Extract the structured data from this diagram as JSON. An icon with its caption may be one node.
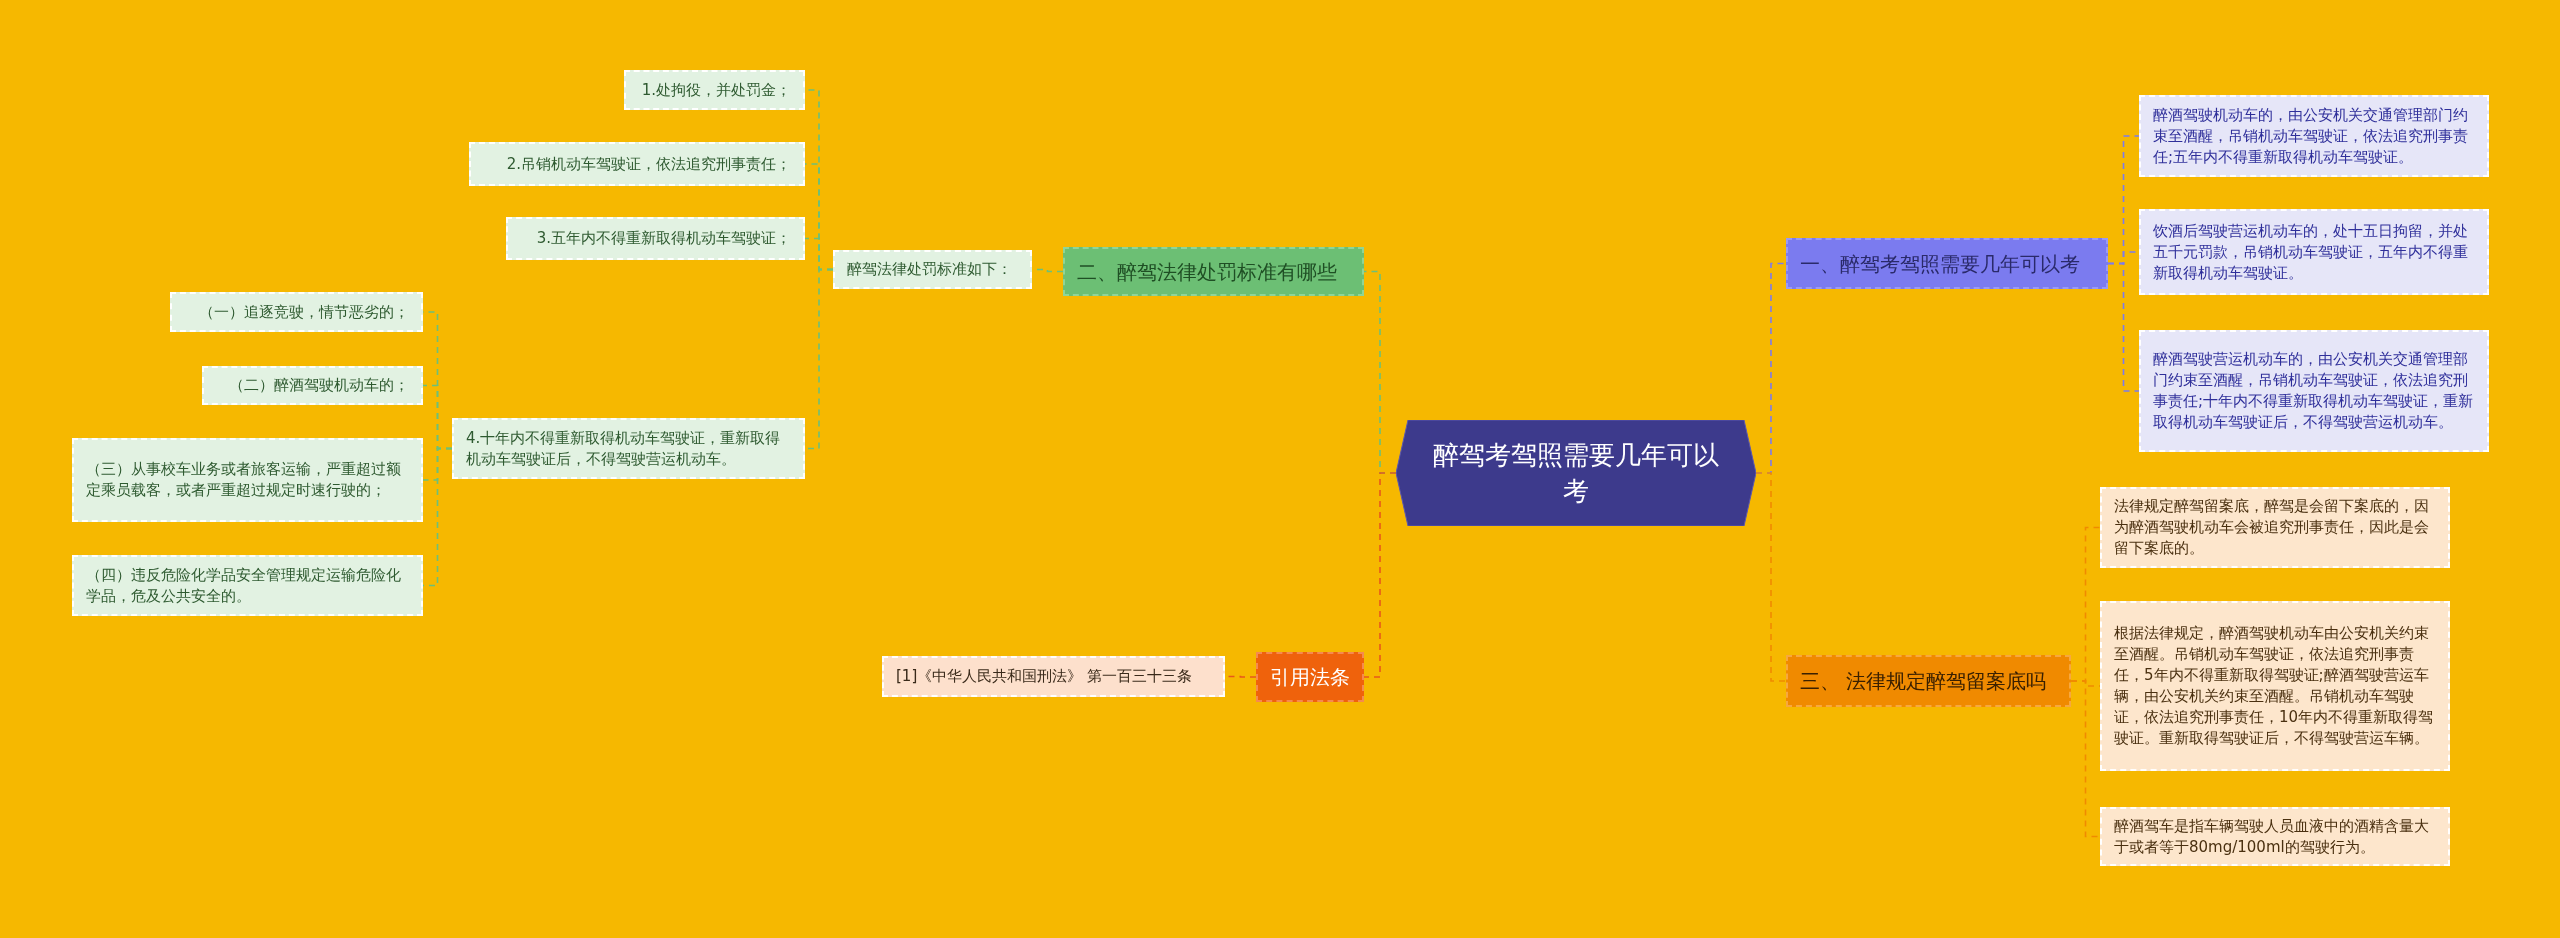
{
  "diagram": {
    "nodes": [
      {
        "text": [
          "醉驾考驾照需要几年可以考"
        ]
      },
      {
        "text": [
          "一、醉驾考驾照需要几年可以考"
        ]
      },
      {
        "text": [
          "醉酒驾驶机动车的，由公安机关交通管理部门约束至酒醒，吊销机动车驾驶证，依法追究刑事责任;五年内不得重新取得机动车驾驶证。"
        ]
      },
      {
        "text": [
          "饮酒后驾驶营运机动车的，处十五日拘留，并处五千元罚款，吊销机动车驾驶证，五年内不得重新取得机动车驾驶证。"
        ]
      },
      {
        "text": [
          "醉酒驾驶营运机动车的，由公安机关交通管理部门约束至酒醒，吊销机动车驾驶证，依法追究刑事责任;十年内不得重新取得机动车驾驶证，重新取得机动车驾驶证后，不得驾驶营运机动车。"
        ]
      },
      {
        "text": [
          "二、醉驾法律处罚标准有哪些"
        ]
      },
      {
        "text": [
          "醉驾法律处罚标准如下："
        ]
      },
      {
        "text": [
          "1.处拘役，并处罚金；"
        ]
      },
      {
        "text": [
          "2.吊销机动车驾驶证，依法追究刑事责任；"
        ]
      },
      {
        "text": [
          "3.五年内不得重新取得机动车驾驶证；"
        ]
      },
      {
        "text": [
          "4.十年内不得重新取得机动车驾驶证，重新取得机动车驾驶证后，不得驾驶营运机动车。"
        ]
      },
      {
        "text": [
          "（一）追逐竞驶，情节恶劣的；"
        ]
      },
      {
        "text": [
          "（二）醉酒驾驶机动车的；"
        ]
      },
      {
        "text": [
          "（三）从事校车业务或者旅客运输，严重超过额定乘员载客，或者严重超过规定时速行驶的；"
        ]
      },
      {
        "text": [
          "（四）违反危险化学品安全管理规定运输危险化学品，危及公共安全的。"
        ]
      },
      {
        "text": [
          "三、 法律规定醉驾留案底吗"
        ]
      },
      {
        "text": [
          "法律规定醉驾留案底，醉驾是会留下案底的，因为醉酒驾驶机动车会被追究刑事责任，因此是会留下案底的。"
        ]
      },
      {
        "text": [
          "根据法律规定，醉酒驾驶机动车由公安机关约束至酒醒。吊销机动车驾驶证，依法追究刑事责任，5年内不得重新取得驾驶证;醉酒驾驶营运车辆，由公安机关约束至酒醒。吊销机动车驾驶证，依法追究刑事责任，10年内不得重新取得驾驶证。重新取得驾驶证后，不得驾驶营运车辆。"
        ]
      },
      {
        "text": [
          "醉酒驾车是指车辆驾驶人员血液中的酒精含量大于或者等于80mg/100ml的驾驶行为。"
        ]
      },
      {
        "text": [
          "引用法条"
        ]
      },
      {
        "text": [
          "[1]《中华人民共和国刑法》 第一百三十三条"
        ]
      }
    ],
    "edges": [
      {
        "from": 0,
        "to": 1,
        "arrow": "none",
        "style": "dashed",
        "color": "#7b7bef"
      },
      {
        "from": 1,
        "to": 2,
        "arrow": "none",
        "style": "dashed",
        "color": "#7b7bef"
      },
      {
        "from": 1,
        "to": 3,
        "arrow": "none",
        "style": "dashed",
        "color": "#7b7bef"
      },
      {
        "from": 1,
        "to": 4,
        "arrow": "none",
        "style": "dashed",
        "color": "#7b7bef"
      },
      {
        "from": 0,
        "to": 5,
        "arrow": "none",
        "style": "dashed"
      },
      {
        "from": 5,
        "to": 6,
        "arrow": "none",
        "style": "dashed"
      },
      {
        "from": 6,
        "to": 7,
        "arrow": "none",
        "style": "dashed"
      },
      {
        "from": 6,
        "to": 8,
        "arrow": "none",
        "style": "dashed"
      },
      {
        "from": 6,
        "to": 9,
        "arrow": "none",
        "style": "dashed"
      },
      {
        "from": 6,
        "to": 10,
        "arrow": "none",
        "style": "dashed"
      },
      {
        "from": 10,
        "to": 11,
        "arrow": "none",
        "style": "dashed"
      },
      {
        "from": 10,
        "to": 12,
        "arrow": "none",
        "style": "dashed"
      },
      {
        "from": 10,
        "to": 13,
        "arrow": "none",
        "style": "dashed"
      },
      {
        "from": 10,
        "to": 14,
        "arrow": "none",
        "style": "dashed"
      },
      {
        "from": 0,
        "to": 15,
        "arrow": "none",
        "style": "dashed",
        "color": "#f08a00"
      },
      {
        "from": 15,
        "to": 16,
        "arrow": "none",
        "style": "dashed",
        "color": "#f08a00"
      },
      {
        "from": 15,
        "to": 17,
        "arrow": "none",
        "style": "dashed",
        "color": "#f08a00"
      },
      {
        "from": 15,
        "to": 18,
        "arrow": "none",
        "style": "dashed",
        "color": "#f08a00"
      },
      {
        "from": 0,
        "to": 19,
        "arrow": "none",
        "style": "dashed",
        "color": "#e8581a"
      },
      {
        "from": 19,
        "to": 20,
        "arrow": "none",
        "style": "dashed",
        "color": "#e8581a"
      }
    ]
  }
}
